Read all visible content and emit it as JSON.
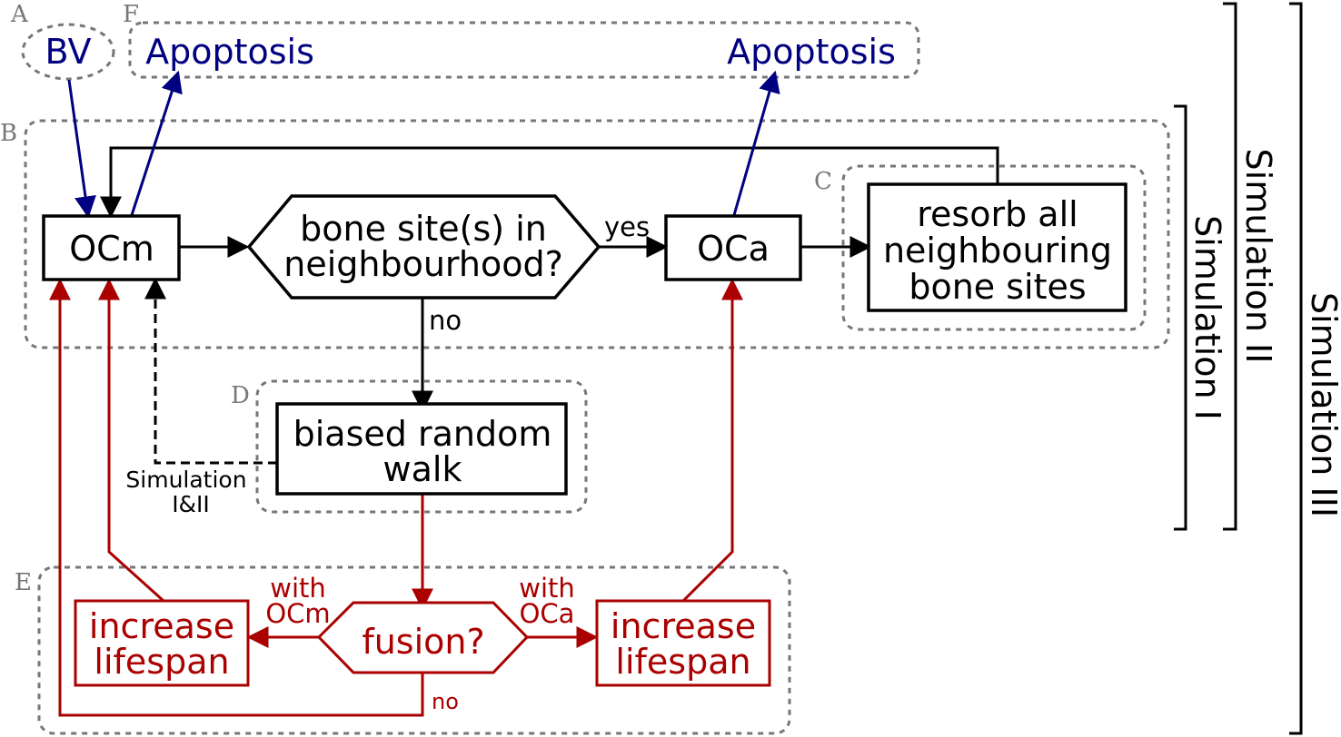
{
  "group_letters": {
    "A": "A",
    "B": "B",
    "C": "C",
    "D": "D",
    "E": "E",
    "F": "F"
  },
  "nodes": {
    "bv": "BV",
    "apoptosis_left": "Apoptosis",
    "apoptosis_right": "Apoptosis",
    "ocm": "OCm",
    "decision_line1": "bone site(s) in",
    "decision_line2": "neighbourhood?",
    "oca": "OCa",
    "resorb_line1": "resorb all",
    "resorb_line2": "neighbouring",
    "resorb_line3": "bone sites",
    "walk_line1": "biased random",
    "walk_line2": "walk",
    "fusion": "fusion?",
    "increase_left_line1": "increase",
    "increase_left_line2": "lifespan",
    "increase_right_line1": "increase",
    "increase_right_line2": "lifespan"
  },
  "edge_labels": {
    "yes": "yes",
    "no": "no",
    "sim_line1": "Simulation",
    "sim_line2": "I&II",
    "with_ocm_line1": "with",
    "with_ocm_line2": "OCm",
    "with_oca_line1": "with",
    "with_oca_line2": "OCa",
    "fusion_no": "no"
  },
  "brackets": {
    "sim1": "Simulation I",
    "sim2": "Simulation II",
    "sim3": "Simulation III"
  },
  "colors": {
    "black": "#000000",
    "red": "#aa0000",
    "blue": "#000080",
    "group_border": "#777777"
  }
}
